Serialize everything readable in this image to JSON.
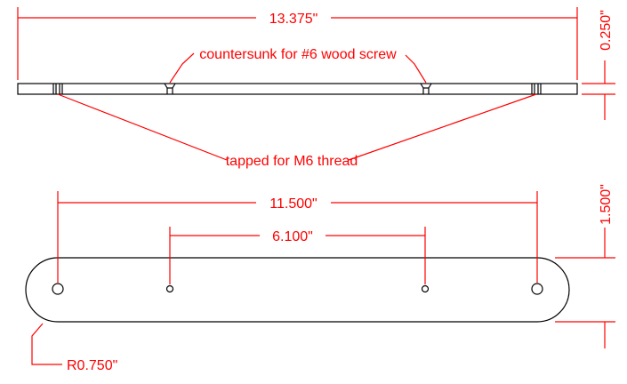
{
  "colors": {
    "part": "#000000",
    "dimension": "#ff0000",
    "background": "#ffffff"
  },
  "dimensions": {
    "overall_length": "13.375\"",
    "thickness": "0.250\"",
    "hole_span_outer": "11.500\"",
    "hole_span_inner": "6.100\"",
    "width": "1.500\"",
    "end_radius": "R0.750\""
  },
  "callouts": {
    "countersunk": "countersunk for #6 wood screw",
    "tapped": "tapped for M6 thread"
  }
}
